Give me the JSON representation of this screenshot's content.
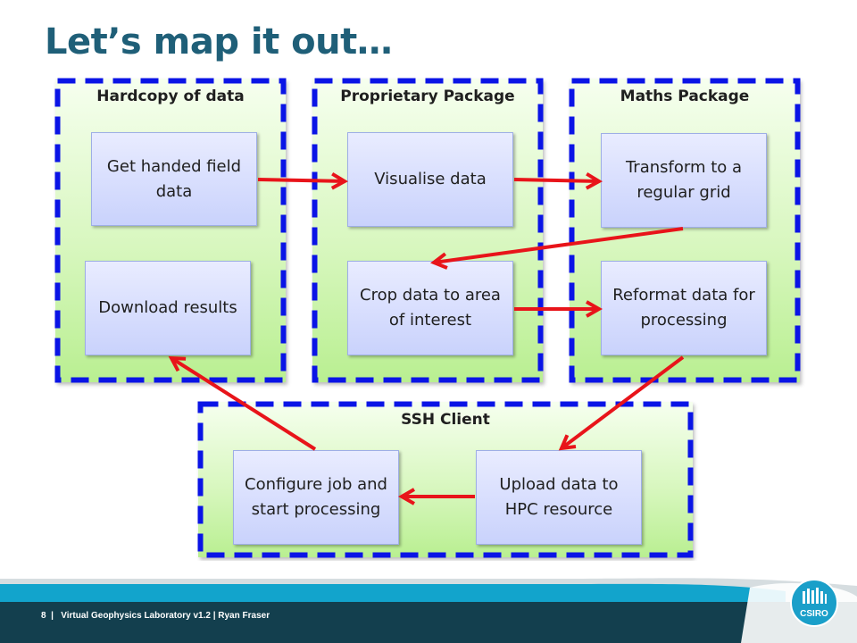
{
  "title": "Let’s map it out…",
  "groups": {
    "hardcopy": {
      "label": "Hardcopy of data"
    },
    "proprietary": {
      "label": "Proprietary Package"
    },
    "maths": {
      "label": "Maths Package"
    },
    "ssh": {
      "label": "SSH Client"
    }
  },
  "steps": {
    "get_field_data": "Get handed field data",
    "download_results": "Download results",
    "visualise_data": "Visualise data",
    "crop_data": "Crop data to area of interest",
    "transform_grid": "Transform to a regular grid",
    "reformat_data": "Reformat data for processing",
    "configure_job": "Configure job and start processing",
    "upload_data": "Upload data to HPC resource"
  },
  "footer": {
    "page_number": "8",
    "text": "Virtual Geophysics Laboratory v1.2 | Ryan Fraser"
  },
  "logo": {
    "label": "CSIRO"
  },
  "colors": {
    "title": "#1f5f78",
    "group_border": "#0a14e6",
    "group_fill": "#c8f4a8",
    "box_fill": "#d4dbfd",
    "arrow": "#e8141a",
    "footer_band": "#12a4cc",
    "footer_dark": "#133f4e"
  }
}
